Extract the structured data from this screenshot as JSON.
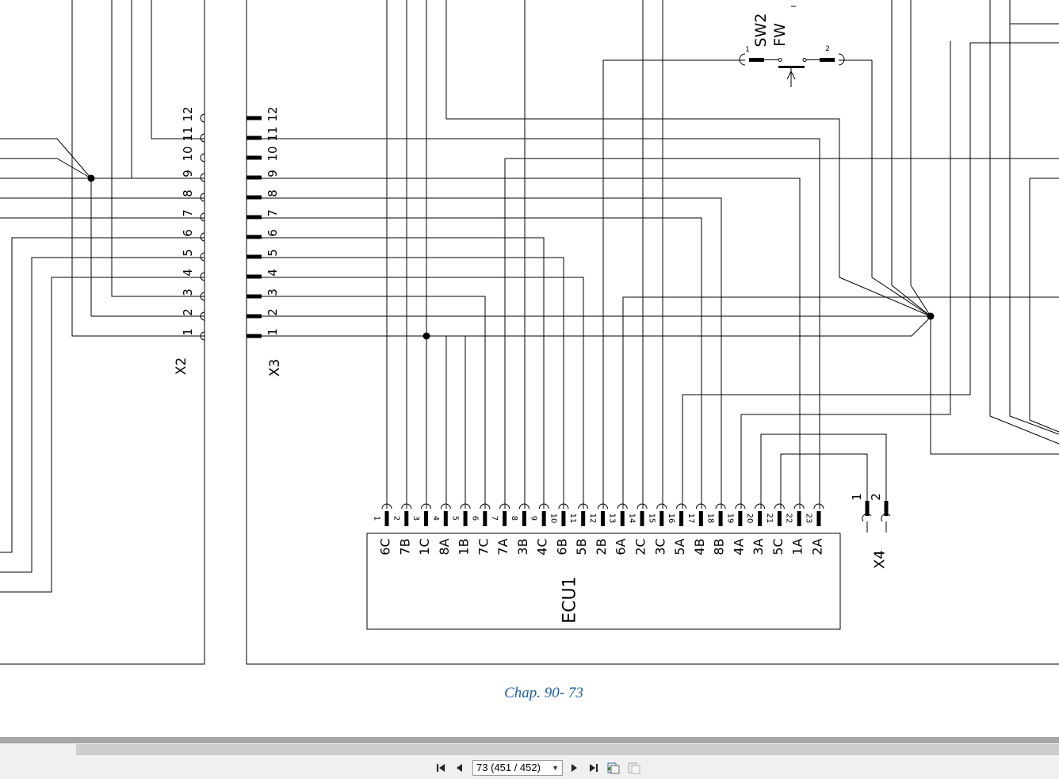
{
  "viewer": {
    "connectors": {
      "x2": {
        "name": "X2",
        "pins": [
          "1",
          "2",
          "3",
          "4",
          "5",
          "6",
          "7",
          "8",
          "9",
          "10",
          "11",
          "12"
        ]
      },
      "x3": {
        "name": "X3",
        "pins": [
          "1",
          "2",
          "3",
          "4",
          "5",
          "6",
          "7",
          "8",
          "9",
          "10",
          "11",
          "12"
        ]
      },
      "x4": {
        "name": "X4",
        "pins": [
          "1",
          "2"
        ]
      }
    },
    "switch": {
      "name": "SW2",
      "function": "FW",
      "pin1": "1",
      "pin2": "2"
    },
    "ecu": {
      "name": "ECU1",
      "pin_numbers": [
        "1",
        "2",
        "3",
        "4",
        "5",
        "6",
        "7",
        "8",
        "9",
        "10",
        "11",
        "12",
        "13",
        "14",
        "15",
        "16",
        "17",
        "18",
        "19",
        "20",
        "21",
        "22",
        "23"
      ],
      "terminals": [
        "6C",
        "7B",
        "1C",
        "8A",
        "1B",
        "7C",
        "7A",
        "3B",
        "4C",
        "6B",
        "5B",
        "2B",
        "6A",
        "2C",
        "3C",
        "5A",
        "4B",
        "8B",
        "4A",
        "3A",
        "5C",
        "1A",
        "2A"
      ]
    },
    "page_caption": "Chap. 90- 73"
  },
  "toolbar": {
    "page_selector_value": "73 (451 / 452)",
    "first_icon": "first-page-icon",
    "prev_icon": "previous-page-icon",
    "next_icon": "next-page-icon",
    "last_icon": "last-page-icon",
    "back_icon": "previous-view-icon",
    "forward_icon": "next-view-icon"
  }
}
